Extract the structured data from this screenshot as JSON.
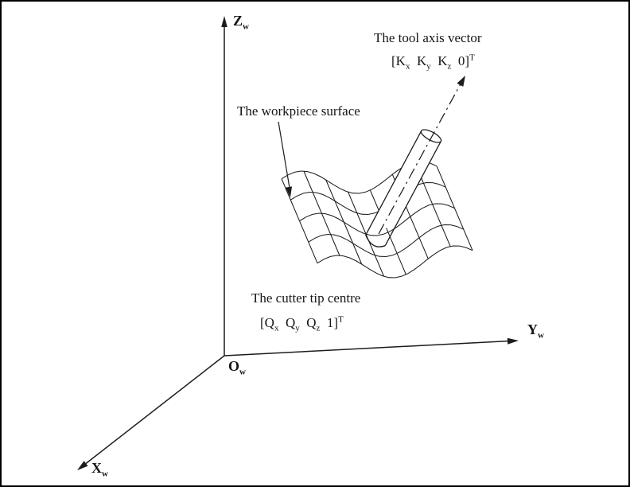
{
  "diagram": {
    "labels": {
      "z_axis": {
        "base": "Z",
        "sub": "w"
      },
      "y_axis": {
        "base": "Y",
        "sub": "w"
      },
      "x_axis": {
        "base": "X",
        "sub": "w"
      },
      "origin": {
        "base": "O",
        "sub": "w"
      }
    },
    "annotations": {
      "tool_axis_vector": "The tool axis vector",
      "workpiece_surface": "The workpiece surface",
      "cutter_tip_centre": "The cutter tip centre"
    },
    "formulas": {
      "tool_axis": {
        "segments": [
          {
            "t": "[K"
          },
          {
            "t": "x",
            "pos": "sub"
          },
          {
            "t": "  K"
          },
          {
            "t": "y",
            "pos": "sub"
          },
          {
            "t": "  K"
          },
          {
            "t": "z",
            "pos": "sub"
          },
          {
            "t": "  0]"
          },
          {
            "t": "T",
            "pos": "sup"
          }
        ]
      },
      "cutter_tip": {
        "segments": [
          {
            "t": "[Q"
          },
          {
            "t": "x",
            "pos": "sub"
          },
          {
            "t": "  Q"
          },
          {
            "t": "y",
            "pos": "sub"
          },
          {
            "t": "  Q"
          },
          {
            "t": "z",
            "pos": "sub"
          },
          {
            "t": "  1]"
          },
          {
            "t": "T",
            "pos": "sup"
          }
        ]
      }
    },
    "colors": {
      "ink": "#1c1c1c",
      "background": "#ffffff"
    }
  }
}
